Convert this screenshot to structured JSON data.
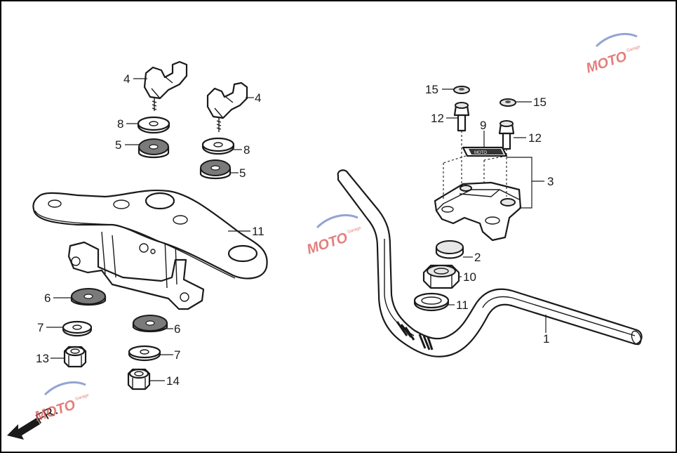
{
  "callouts": [
    {
      "id": "1",
      "label": "1"
    },
    {
      "id": "2",
      "label": "2"
    },
    {
      "id": "3",
      "label": "3"
    },
    {
      "id": "4a",
      "label": "4"
    },
    {
      "id": "4b",
      "label": "4"
    },
    {
      "id": "5a",
      "label": "5"
    },
    {
      "id": "5b",
      "label": "5"
    },
    {
      "id": "6a",
      "label": "6"
    },
    {
      "id": "6b",
      "label": "6"
    },
    {
      "id": "7a",
      "label": "7"
    },
    {
      "id": "7b",
      "label": "7"
    },
    {
      "id": "8a",
      "label": "8"
    },
    {
      "id": "8b",
      "label": "8"
    },
    {
      "id": "9",
      "label": "9"
    },
    {
      "id": "10",
      "label": "10"
    },
    {
      "id": "11a",
      "label": "11"
    },
    {
      "id": "11b",
      "label": "11"
    },
    {
      "id": "12a",
      "label": "12"
    },
    {
      "id": "12b",
      "label": "12"
    },
    {
      "id": "13",
      "label": "13"
    },
    {
      "id": "14",
      "label": "14"
    },
    {
      "id": "15a",
      "label": "15"
    },
    {
      "id": "15b",
      "label": "15"
    }
  ],
  "direction_label": "FR.",
  "watermark": {
    "logo_text": "MOTO",
    "subtext": "Garage"
  },
  "colors": {
    "line": "#1a1a1a",
    "frame": "#000000",
    "watermark_red": "#d9534f",
    "watermark_blue": "#6f86c6"
  }
}
